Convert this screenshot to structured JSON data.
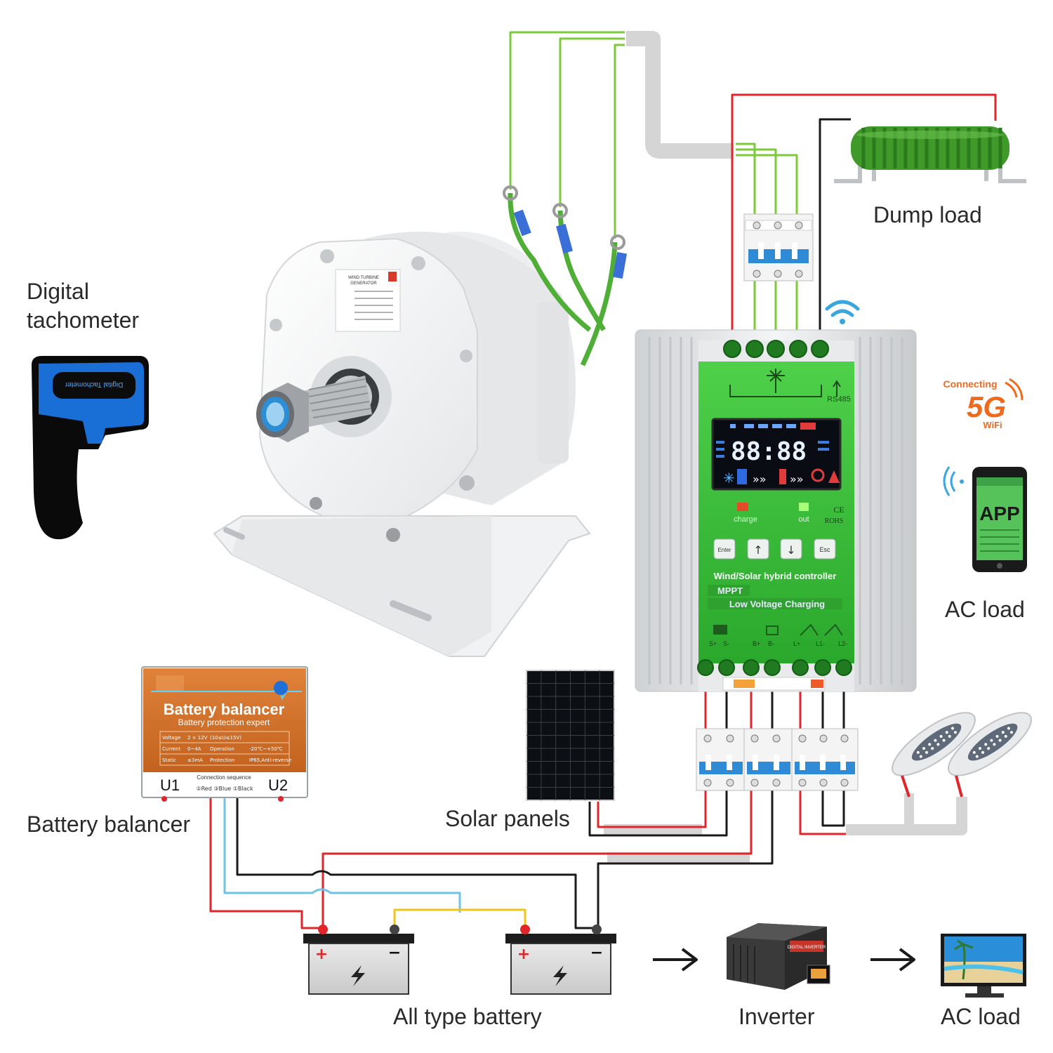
{
  "labels": {
    "tachometer_line1": "Digital",
    "tachometer_line2": "tachometer",
    "dump_load": "Dump load",
    "ac_load_right": "AC load",
    "battery_balancer": "Battery balancer",
    "solar_panels": "Solar panels",
    "all_type_battery": "All type battery",
    "inverter": "Inverter",
    "ac_load_bottom": "AC load"
  },
  "tachometer": {
    "device_text": "Digital Tachometer"
  },
  "generator": {
    "plate_line1": "WIND TURBINE",
    "plate_line2": "GENERATOR"
  },
  "wifi_badge": {
    "top": "Connecting",
    "big": "5G",
    "bottom": "WiFi"
  },
  "phone": {
    "app": "APP"
  },
  "controller": {
    "rs485": "RS485",
    "display_digits": "88:88",
    "charge": "charge",
    "out": "out",
    "ce": "CE",
    "rohs": "ROHS",
    "buttons": [
      "Enter",
      "↑",
      "↓",
      "Esc"
    ],
    "title": "Wind/Solar hybrid controller",
    "mppt": "MPPT",
    "low_voltage": "Low Voltage Charging",
    "terminals": [
      "S+",
      "S-",
      "B+",
      "B-",
      "L+",
      "L1-",
      "L2-"
    ]
  },
  "balancer": {
    "title": "Battery balancer",
    "subtitle": "Battery protection expert",
    "specs": [
      [
        "Voltage",
        "2 × 12V",
        "(10≤U≤15V)",
        ""
      ],
      [
        "Current",
        "0~4A",
        "Operation",
        "-20℃~+50℃"
      ],
      [
        "Static",
        "≤3mA",
        "Protection",
        "IP65,Anti-reverse"
      ]
    ],
    "u1": "U1",
    "u2": "U2",
    "connection": "Connection sequence",
    "sequence": "②Red  ③Blue  ①Black"
  },
  "battery": {
    "plus": "+",
    "minus": "−"
  },
  "inverter_device": {
    "text": "DIGITAL INVERTER"
  },
  "colors": {
    "wire_red": "#e0262a",
    "wire_black": "#1a1a1a",
    "wire_green": "#7cc93a",
    "wire_blue": "#6ec3ea",
    "wire_yellow": "#f0c419",
    "cable_gray": "#d5d5d5",
    "controller_green": "#3bbf3a",
    "balancer_orange": "#d2742c",
    "badge_orange": "#f06a1e"
  }
}
